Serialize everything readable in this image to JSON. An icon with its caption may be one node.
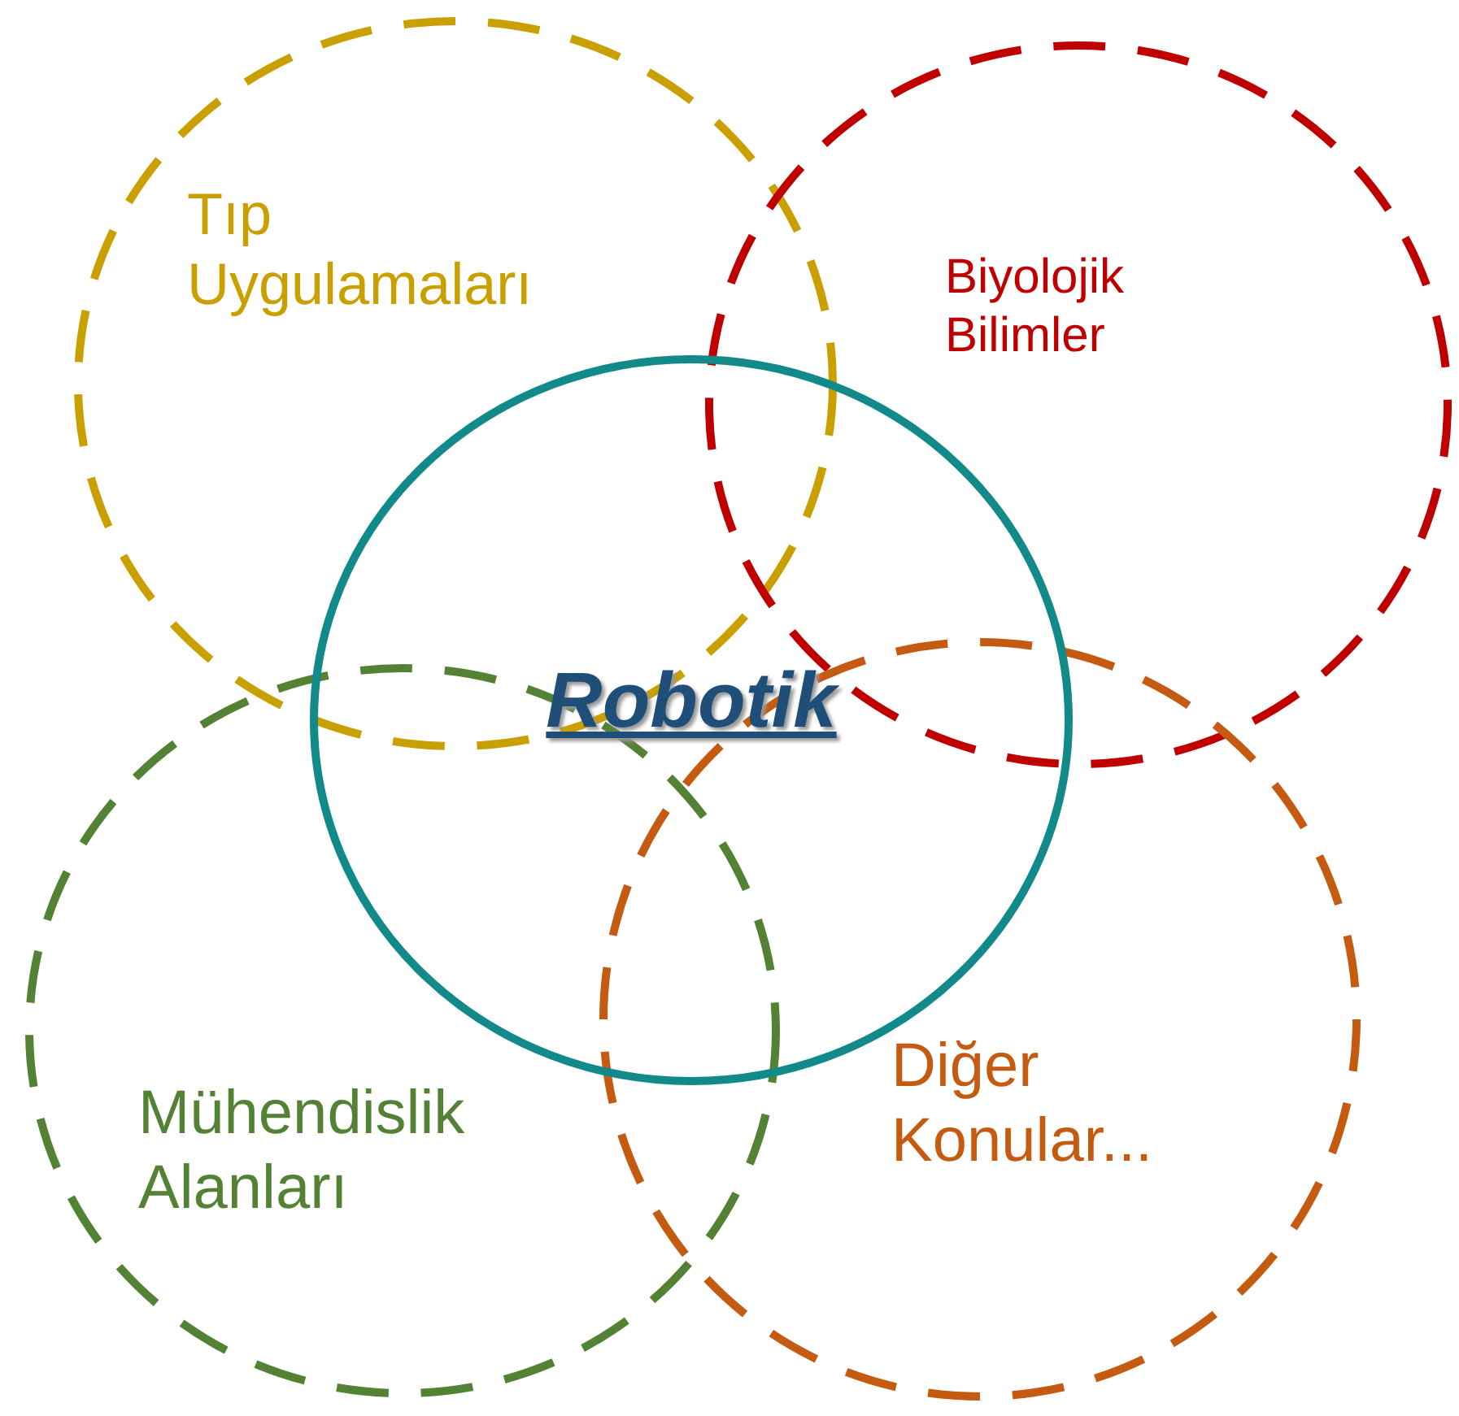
{
  "diagram": {
    "nodes": [
      {
        "text": [
          "Tıp Uygulamaları"
        ]
      },
      {
        "text": [
          "Biyolojik Bilimler"
        ]
      },
      {
        "text": [
          "Robotik"
        ]
      },
      {
        "text": [
          "Mühendislik Alanları"
        ]
      },
      {
        "text": [
          "Diğer Konular..."
        ]
      }
    ]
  }
}
